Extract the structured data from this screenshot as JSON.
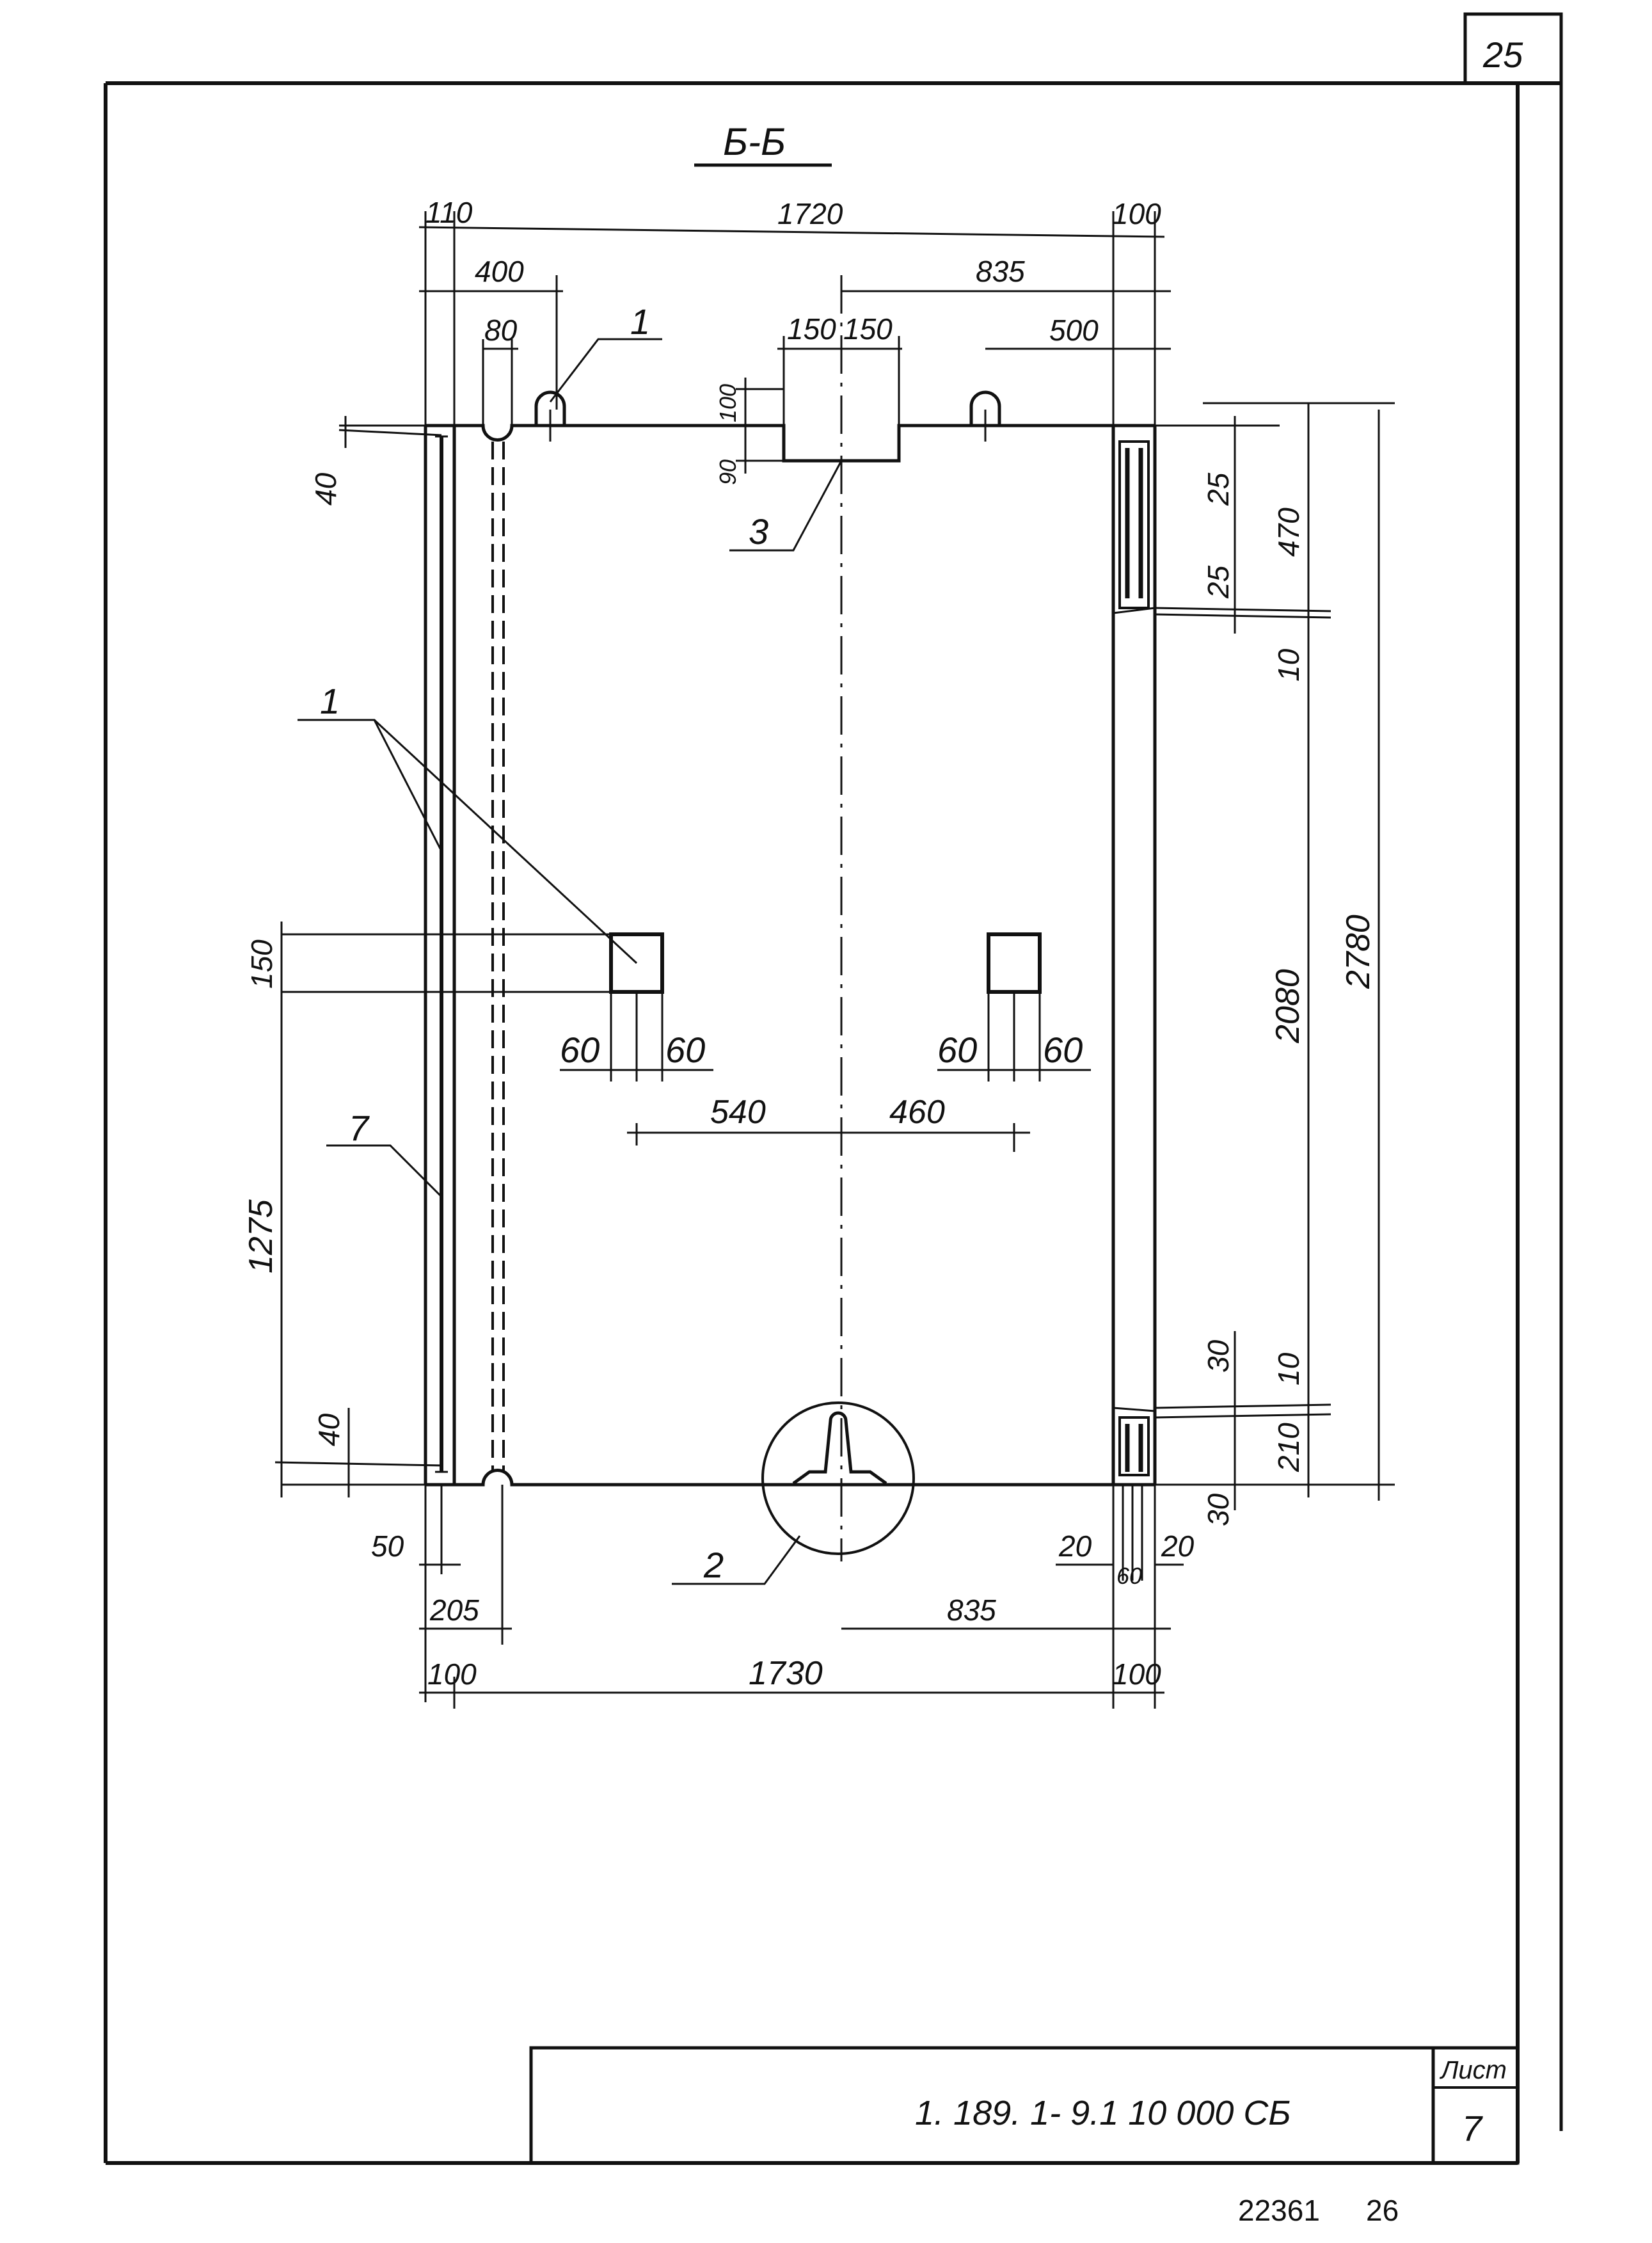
{
  "sheet": {
    "page_number_top": "25",
    "section_title": "Б-Б",
    "drawing_code": "1. 189. 1- 9.1 10 000 СБ",
    "sheet_label": "Лист",
    "sheet_number": "7",
    "archive_number": "22361",
    "archive_page": "26"
  },
  "leaders": {
    "item_1_top": "1",
    "item_1_mid": "1",
    "item_3": "3",
    "item_2": "2",
    "item_7": "7"
  },
  "dimensions": {
    "top_110": "110",
    "top_1720": "1720",
    "top_100": "100",
    "top_400": "400",
    "top_835": "835",
    "top_80": "80",
    "top_150a": "150",
    "top_150b": "150",
    "top_500": "500",
    "left_100": "100",
    "left_90": "90",
    "left_40_top": "40",
    "right_25a": "25",
    "right_470": "470",
    "right_25b": "25",
    "right_10a": "10",
    "right_2080": "2080",
    "right_2780": "2780",
    "left_150": "150",
    "left_1275": "1275",
    "left_40_bottom": "40",
    "open_60a": "60",
    "open_60b": "60",
    "open_60c": "60",
    "open_60d": "60",
    "mid_540": "540",
    "mid_460": "460",
    "right_30a": "30",
    "right_10b": "10",
    "right_210": "210",
    "right_30b": "30",
    "bot_50": "50",
    "bot_205": "205",
    "bot_20a": "20",
    "bot_20b": "20",
    "bot_60": "60",
    "bot_835": "835",
    "bot_100a": "100",
    "bot_1730": "1730",
    "bot_100b": "100"
  }
}
